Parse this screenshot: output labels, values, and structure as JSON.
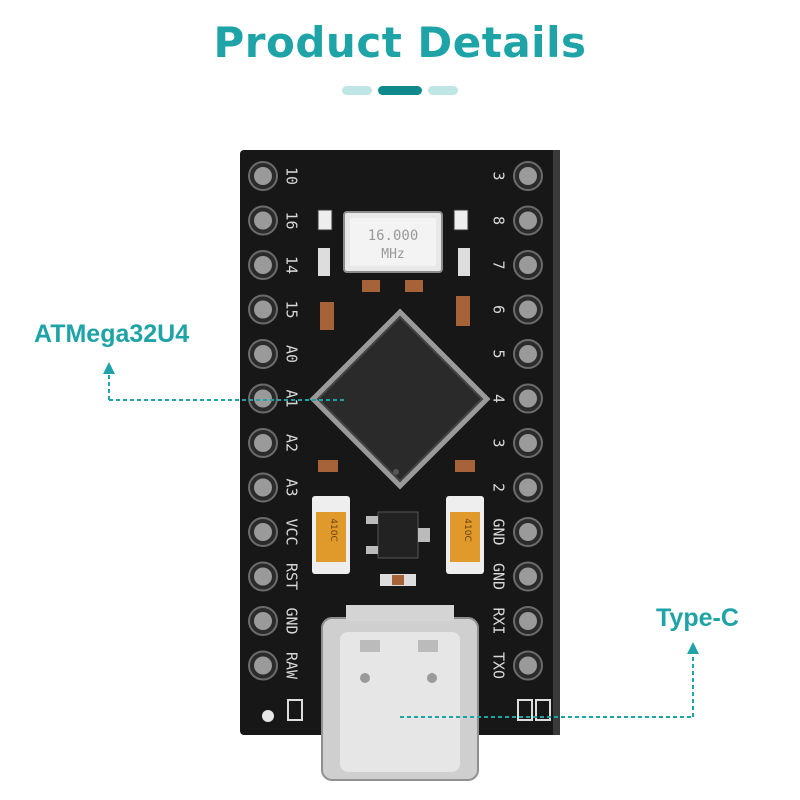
{
  "header": {
    "title": "Product Details"
  },
  "colors": {
    "accent": "#1ea3a7",
    "accent_light": "#bfe6e5",
    "accent_dark": "#10898d",
    "pcb": "#171717",
    "silk": "#d8d8d8",
    "pin": "#9a9a9a",
    "chip": "#2a2a2a",
    "tantalum": "#e09a2c",
    "usb": "#cfcfcf"
  },
  "callouts": {
    "chip_label": "ATMega32U4",
    "usb_label": "Type-C"
  },
  "board": {
    "crystal_text_1": "16.000",
    "crystal_text_2": "MHz",
    "left_pin_labels": [
      "10",
      "16",
      "14",
      "15",
      "A0",
      "A1",
      "A2",
      "A3",
      "VCC",
      "RST",
      "GND",
      "RAW"
    ],
    "right_pin_labels": [
      "3",
      "8",
      "7",
      "6",
      "5",
      "4",
      "3",
      "2",
      "GND",
      "GND",
      "RXI",
      "TXO"
    ],
    "cap_text": "410C"
  }
}
